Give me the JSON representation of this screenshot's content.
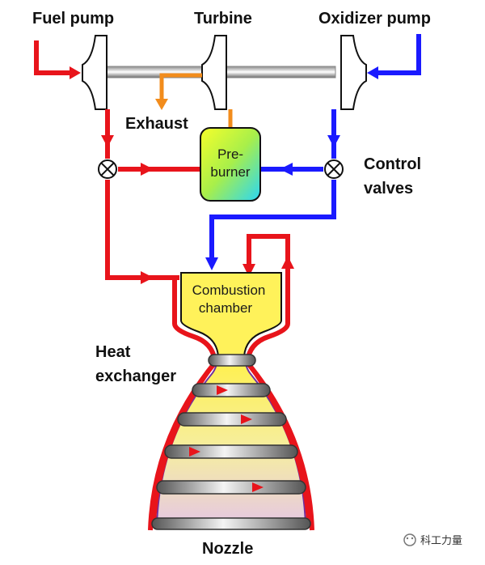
{
  "labels": {
    "fuel_pump": "Fuel pump",
    "turbine": "Turbine",
    "oxidizer_pump": "Oxidizer pump",
    "exhaust": "Exhaust",
    "preburner_line1": "Pre-",
    "preburner_line2": "burner",
    "control_valves_line1": "Control",
    "control_valves_line2": "valves",
    "combustion_line1": "Combustion",
    "combustion_line2": "chamber",
    "heat_line1": "Heat",
    "heat_line2": "exchanger",
    "nozzle": "Nozzle"
  },
  "watermark": "科工力量",
  "colors": {
    "fuel": "#e8141b",
    "oxidizer": "#1a1aff",
    "exhaust": "#f28c1c",
    "chamber": "#fff25a"
  }
}
